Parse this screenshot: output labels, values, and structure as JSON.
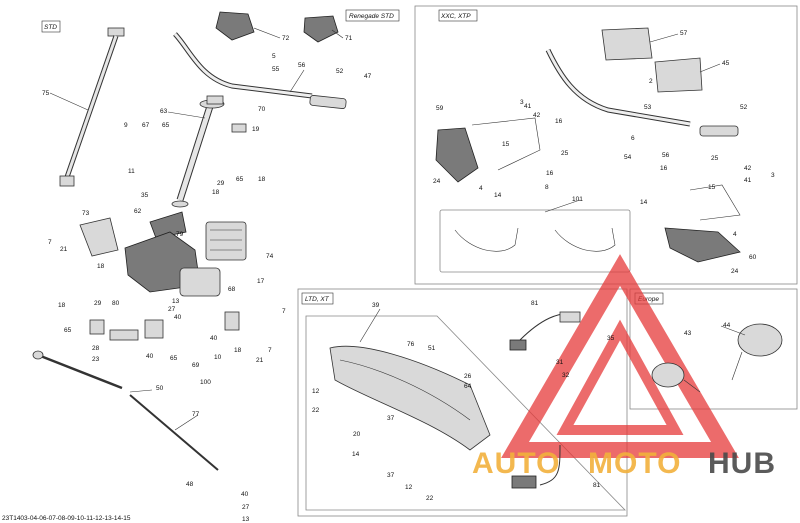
{
  "diagram": {
    "ref_code": "23T1403-04-06-07-08-09-10-11-12-13-14-15",
    "sections": {
      "std": "STD",
      "renegade": "Renegade STD",
      "xxc": "XXC, XTP",
      "ltd": "LTD, XT",
      "europe": "Europe"
    },
    "callouts": {
      "c75": "75",
      "c72": "72",
      "c71": "71",
      "c5": "5",
      "c55": "55",
      "c56": "56",
      "c52": "52",
      "c47": "47",
      "c70": "70",
      "c63": "63",
      "c19": "19",
      "c9": "9",
      "c67": "67",
      "c65": "65",
      "c29": "29",
      "c18": "18",
      "c11": "11",
      "c35": "35",
      "c62": "62",
      "c73": "73",
      "c7": "7",
      "c21": "21",
      "c79": "79",
      "c74": "74",
      "c17": "17",
      "c13": "13",
      "c27": "27",
      "c40": "40",
      "c80": "80",
      "c28": "28",
      "c23": "23",
      "c68": "68",
      "c69": "69",
      "c10": "10",
      "c50": "50",
      "c100": "100",
      "c77": "77",
      "c48": "48",
      "c57": "57",
      "c45": "45",
      "c2": "2",
      "c3": "3",
      "c41": "41",
      "c42": "42",
      "c16": "16",
      "c53": "53",
      "c59": "59",
      "c15": "15",
      "c25": "25",
      "c6": "6",
      "c54": "54",
      "c24": "24",
      "c4": "4",
      "c14": "14",
      "c8": "8",
      "c101": "101",
      "c60": "60",
      "c39": "39",
      "c76": "76",
      "c51": "51",
      "c26": "26",
      "c64": "64",
      "c12": "12",
      "c22": "22",
      "c37": "37",
      "c20": "20",
      "c81": "81",
      "c31": "31",
      "c32": "32",
      "c43": "43",
      "c44": "44"
    },
    "watermark": {
      "text_a": "AUTO",
      "text_b": "MOTO",
      "text_c": "HUB",
      "color_main": "#f2b13c",
      "color_hub": "#4a4a4a",
      "color_logo": "#e63a3a"
    }
  }
}
